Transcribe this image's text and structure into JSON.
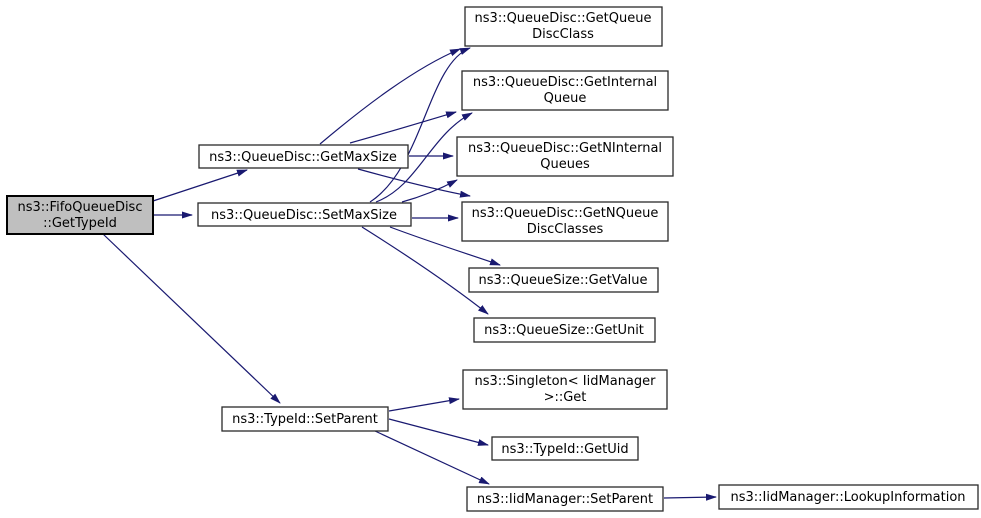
{
  "diagram": {
    "kind": "doxygen-call-graph",
    "background_color": "#ffffff",
    "edge_color": "#191970",
    "node_fill": "#ffffff",
    "node_border": "#2a2a2a",
    "highlight_fill": "#bfbfbf",
    "text_color": "#000000"
  },
  "nodes": [
    {
      "id": "gettypeid",
      "label": "ns3::FifoQueueDisc::GetTypeId",
      "highlighted": true,
      "lines": [
        "ns3::FifoQueueDisc",
        "::GetTypeId"
      ]
    },
    {
      "id": "getmaxsize",
      "label": "ns3::QueueDisc::GetMaxSize",
      "highlighted": false,
      "lines": [
        "ns3::QueueDisc::GetMaxSize"
      ]
    },
    {
      "id": "setmaxsize",
      "label": "ns3::QueueDisc::SetMaxSize",
      "highlighted": false,
      "lines": [
        "ns3::QueueDisc::SetMaxSize"
      ]
    },
    {
      "id": "getqueuediscclass",
      "label": "ns3::QueueDisc::GetQueueDiscClass",
      "highlighted": false,
      "lines": [
        "ns3::QueueDisc::GetQueue",
        "DiscClass"
      ]
    },
    {
      "id": "getinternalqueue",
      "label": "ns3::QueueDisc::GetInternalQueue",
      "highlighted": false,
      "lines": [
        "ns3::QueueDisc::GetInternal",
        "Queue"
      ]
    },
    {
      "id": "getninternalqueues",
      "label": "ns3::QueueDisc::GetNInternalQueues",
      "highlighted": false,
      "lines": [
        "ns3::QueueDisc::GetNInternal",
        "Queues"
      ]
    },
    {
      "id": "getnqueuediscclasses",
      "label": "ns3::QueueDisc::GetNQueueDiscClasses",
      "highlighted": false,
      "lines": [
        "ns3::QueueDisc::GetNQueue",
        "DiscClasses"
      ]
    },
    {
      "id": "getvalue",
      "label": "ns3::QueueSize::GetValue",
      "highlighted": false,
      "lines": [
        "ns3::QueueSize::GetValue"
      ]
    },
    {
      "id": "getunit",
      "label": "ns3::QueueSize::GetUnit",
      "highlighted": false,
      "lines": [
        "ns3::QueueSize::GetUnit"
      ]
    },
    {
      "id": "typeidsetparent",
      "label": "ns3::TypeId::SetParent",
      "highlighted": false,
      "lines": [
        "ns3::TypeId::SetParent"
      ]
    },
    {
      "id": "singletonget",
      "label": "ns3::Singleton< IidManager >::Get",
      "highlighted": false,
      "lines": [
        "ns3::Singleton< IidManager",
        ">::Get"
      ]
    },
    {
      "id": "getuid",
      "label": "ns3::TypeId::GetUid",
      "highlighted": false,
      "lines": [
        "ns3::TypeId::GetUid"
      ]
    },
    {
      "id": "iidsetparent",
      "label": "ns3::IidManager::SetParent",
      "highlighted": false,
      "lines": [
        "ns3::IidManager::SetParent"
      ]
    },
    {
      "id": "lookupinformation",
      "label": "ns3::IidManager::LookupInformation",
      "highlighted": false,
      "lines": [
        "ns3::IidManager::LookupInformation"
      ]
    }
  ],
  "edges": [
    {
      "from": "gettypeid",
      "to": "getmaxsize"
    },
    {
      "from": "gettypeid",
      "to": "setmaxsize"
    },
    {
      "from": "gettypeid",
      "to": "typeidsetparent"
    },
    {
      "from": "getmaxsize",
      "to": "getqueuediscclass"
    },
    {
      "from": "getmaxsize",
      "to": "getinternalqueue"
    },
    {
      "from": "getmaxsize",
      "to": "getninternalqueues"
    },
    {
      "from": "getmaxsize",
      "to": "getnqueuediscclasses"
    },
    {
      "from": "setmaxsize",
      "to": "getqueuediscclass"
    },
    {
      "from": "setmaxsize",
      "to": "getinternalqueue"
    },
    {
      "from": "setmaxsize",
      "to": "getninternalqueues"
    },
    {
      "from": "setmaxsize",
      "to": "getnqueuediscclasses"
    },
    {
      "from": "setmaxsize",
      "to": "getvalue"
    },
    {
      "from": "setmaxsize",
      "to": "getunit"
    },
    {
      "from": "typeidsetparent",
      "to": "singletonget"
    },
    {
      "from": "typeidsetparent",
      "to": "getuid"
    },
    {
      "from": "typeidsetparent",
      "to": "iidsetparent"
    },
    {
      "from": "iidsetparent",
      "to": "lookupinformation"
    }
  ]
}
